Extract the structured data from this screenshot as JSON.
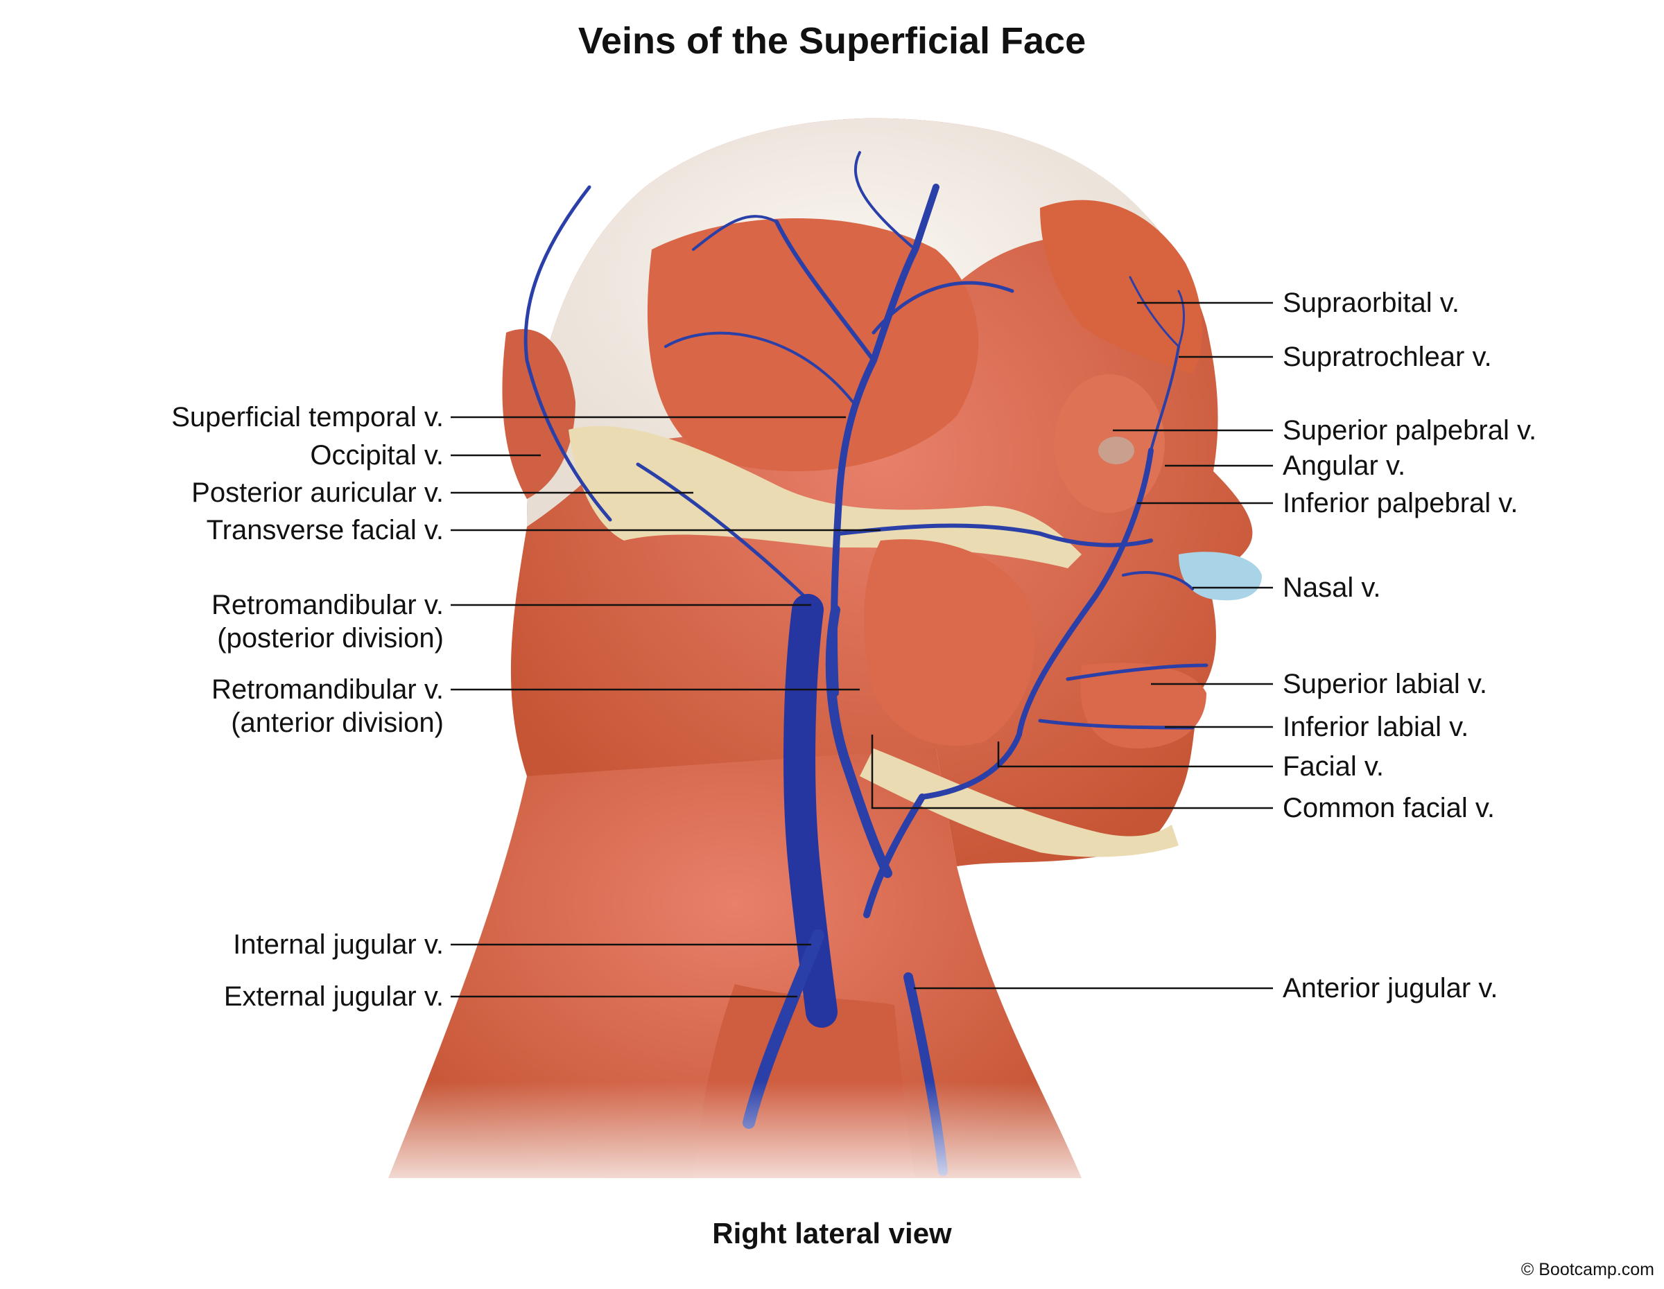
{
  "title": "Veins of the Superficial Face",
  "caption": "Right lateral view",
  "copyright": "© Bootcamp.com",
  "labels_left": [
    "Superficial temporal v.",
    "Occipital v.",
    "Posterior auricular v.",
    "Transverse facial v.",
    "Retromandibular v.",
    "(posterior division)",
    "Retromandibular v.",
    "(anterior division)",
    "Internal jugular v.",
    "External jugular v."
  ],
  "labels_right": [
    "Supraorbital v.",
    "Supratrochlear v.",
    "Superior palpebral v.",
    "Angular v.",
    "Inferior palpebral v.",
    "Nasal v.",
    "Superior labial v.",
    "Inferior labial v.",
    "Facial v.",
    "Common facial v.",
    "Anterior jugular v."
  ],
  "colors": {
    "muscle": "#d9694a",
    "muscle_dark": "#b94a30",
    "muscle_light": "#ec9a7e",
    "fascia": "#f3ece4",
    "bone": "#eadbb2",
    "vein": "#2a3fa8",
    "vein_dark": "#1a2a80",
    "cartilage": "#a9d4e8",
    "leader": "#111111"
  }
}
